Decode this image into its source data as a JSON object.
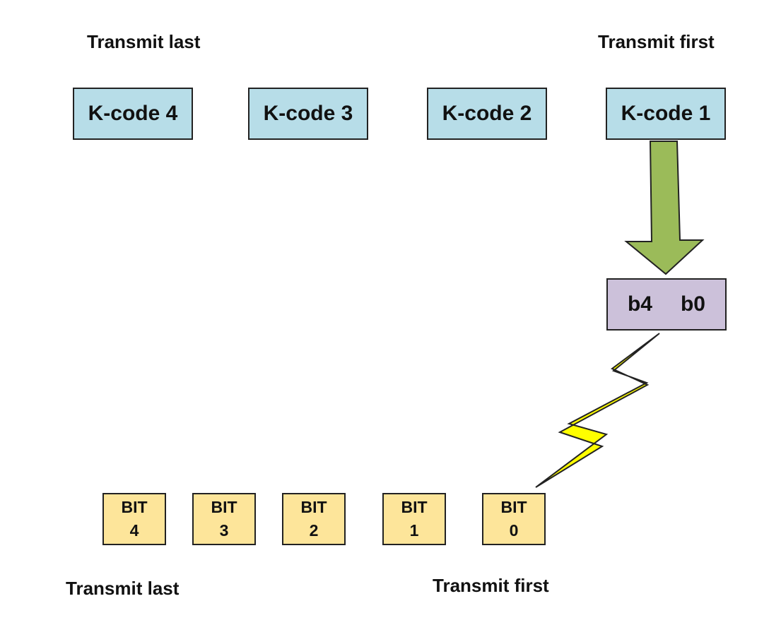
{
  "top_labels": {
    "left": "Transmit last",
    "right": "Transmit first"
  },
  "kcodes": [
    "K-code 4",
    "K-code 3",
    "K-code 2",
    "K-code 1"
  ],
  "register": {
    "high": "b4",
    "low": "b0"
  },
  "bits": [
    {
      "line1": "BIT",
      "line2": "4"
    },
    {
      "line1": "BIT",
      "line2": "3"
    },
    {
      "line1": "BIT",
      "line2": "2"
    },
    {
      "line1": "BIT",
      "line2": "1"
    },
    {
      "line1": "BIT",
      "line2": "0"
    }
  ],
  "bottom_labels": {
    "left": "Transmit last",
    "right": "Transmit first"
  },
  "colors": {
    "kcode_fill": "#b7dde8",
    "register_fill": "#ccc1da",
    "bit_fill": "#fde59a",
    "arrow_fill": "#9bbb59",
    "bolt_fill": "#ffff00"
  },
  "icons": {
    "arrow": "down-arrow-icon",
    "bolt": "lightning-bolt-icon"
  }
}
